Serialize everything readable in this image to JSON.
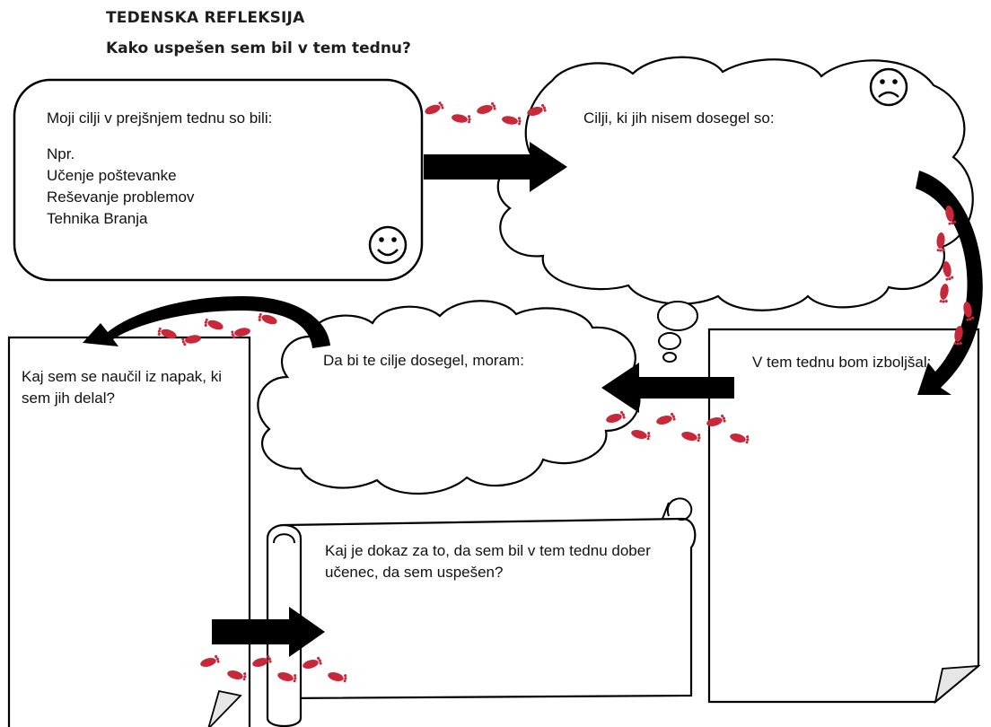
{
  "header": {
    "title": "TEDENSKA REFLEKSIJA",
    "subtitle": "Kako uspešen sem bil v tem tednu?"
  },
  "box_goals": {
    "heading": "Moji cilji v prejšnjem tednu so bili:",
    "examples": [
      "Npr.",
      "Učenje poštevanke",
      "Reševanje problemov",
      "Tehnika Branja"
    ]
  },
  "cloud_missed": {
    "heading": "Cilji, ki jih nisem dosegel so:"
  },
  "cloud_plan": {
    "heading": "Da bi te cilje dosegel, moram:"
  },
  "page_improve": {
    "heading": "V tem tednu bom izboljšal:"
  },
  "page_learned": {
    "heading": "Kaj sem se naučil iz napak, ki sem jih delal?"
  },
  "scroll_evidence": {
    "heading": "Kaj je dokaz za to, da sem bil v tem tednu dober učenec, da sem uspešen?"
  },
  "colors": {
    "footprint": "#c8283a",
    "line": "#000000"
  },
  "icons": [
    "smiley-face-icon",
    "sad-face-icon",
    "arrow-icon",
    "footprints-icon"
  ]
}
